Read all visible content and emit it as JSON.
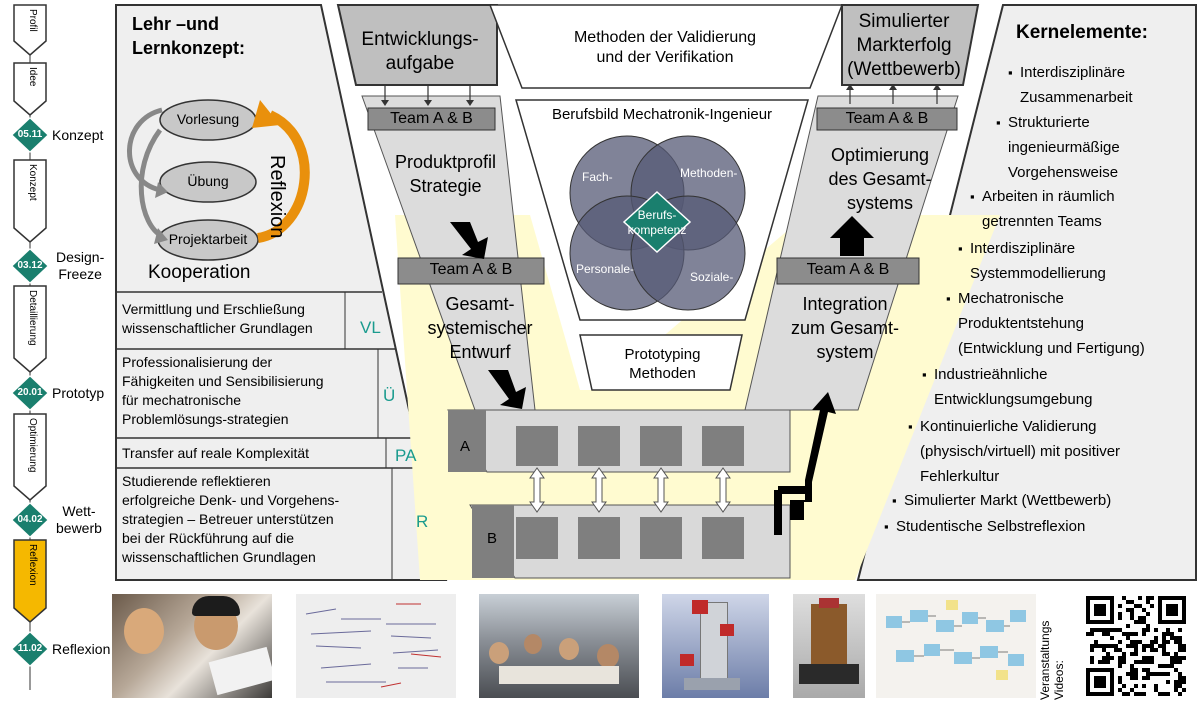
{
  "timeline": {
    "phases": [
      {
        "key": "profil",
        "label": "Profil"
      },
      {
        "key": "idee",
        "label": "Idee"
      },
      {
        "key": "konzept",
        "label": "Konzept"
      },
      {
        "key": "detaillierung",
        "label": "Detaillierung"
      },
      {
        "key": "optimierung",
        "label": "Optimierung"
      },
      {
        "key": "reflexion",
        "label": "Reflexion"
      }
    ],
    "milestones": [
      {
        "date": "05.11",
        "label": "Konzept"
      },
      {
        "date": "03.12",
        "label": "Design-\nFreeze"
      },
      {
        "date": "20.01",
        "label": "Prototyp"
      },
      {
        "date": "04.02",
        "label": "Wett-\nbewerb"
      },
      {
        "date": "11.02",
        "label": "Reflexion"
      }
    ],
    "colors": {
      "milestone": "#1a7f6e",
      "active": "#f5b800"
    }
  },
  "lehr": {
    "title": "Lehr –und\nLernkonzept:",
    "cycle": [
      "Vorlesung",
      "Übung",
      "Projektarbeit"
    ],
    "reflexion": "Reflexion",
    "kooperation": "Kooperation"
  },
  "methods": [
    {
      "text": "Vermittlung und Erschließung\nwissenschaftlicher Grundlagen",
      "code": "VL"
    },
    {
      "text": "Professionalisierung der\nFähigkeiten und Sensibilisierung\nfür mechatronische\nProblemlösungs-strategien",
      "code": "Ü"
    },
    {
      "text": "Transfer auf reale Komplexität",
      "code": "PA"
    },
    {
      "text": "Studierende  reflektieren\nerfolgreiche Denk- und Vorgehens-\nstrategien – Betreuer unterstützen\nbei der Rückführung auf die\nwissenschaftlichen Grundlagen",
      "code": "R"
    }
  ],
  "vmodel": {
    "entwicklung": "Entwicklungs-\naufgabe",
    "validierung": "Methoden der Validierung\nund der Verifikation",
    "markt": "Simulierter\nMarkterfolg\n(Wettbewerb)",
    "team": "Team A & B",
    "produktprofil": "Produktprofil\nStrategie",
    "gesamt": "Gesamt-\nsystemischer\nEntwurf",
    "optimierung": "Optimierung\ndes Gesamt-\nsystems",
    "integration": "Integration\nzum Gesamt-\nsystem",
    "prototyping": "Prototyping\nMethoden",
    "teamA": "A",
    "teamB": "B",
    "berufsbild": "Berufsbild Mechatronik-Ingenieur",
    "venn": [
      "Fach-",
      "Methoden-",
      "Personale-",
      "Soziale-"
    ],
    "vennCenter": "Berufs-\nkompetenz"
  },
  "kernelemente": {
    "title": "Kernelemente:",
    "items": [
      "Interdisziplinäre\nZusammenarbeit",
      "Strukturierte\ningenieurmäßige\nVorgehensweise",
      "Arbeiten in räumlich\ngetrennten Teams",
      "Interdisziplinäre\nSystemmodellierung",
      "Mechatronische\nProduktentstehung\n(Entwicklung und Fertigung)",
      "Industrieähnliche\nEntwicklungsumgebung",
      "Kontinuierliche Validierung\n(physisch/virtuell) mit positiver\nFehlerkultur",
      "Simulierter Markt (Wettbewerb)",
      "Studentische Selbstreflexion"
    ]
  },
  "videos": {
    "label": "Veranstaltungs\nVideos:"
  }
}
